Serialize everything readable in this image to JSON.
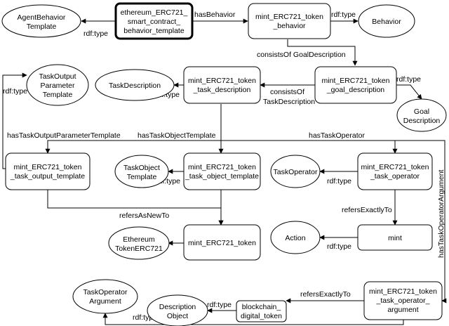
{
  "nodes": {
    "ethereum_template": [
      "ethereum_ERC721_",
      "smart_contract_",
      "behavior_template"
    ],
    "agent_behavior_template": [
      "AgentBehavior",
      "Template"
    ],
    "mint_behavior": [
      "mint_ERC721_token",
      "_behavior"
    ],
    "behavior": [
      "Behavior"
    ],
    "goal_description": [
      "mint_ERC721_token",
      "_goal_description"
    ],
    "goal_description_class": [
      "Goal",
      "Description"
    ],
    "task_description": [
      "mint_ERC721_token",
      "_task_description"
    ],
    "task_description_class": [
      "TaskDescription"
    ],
    "task_output_parameter_template_class": [
      "TaskOutput",
      "Parameter",
      "Template"
    ],
    "task_output_template": [
      "mint_ERC721_token",
      "_task_output_template"
    ],
    "task_object_template": [
      "mint_ERC721_token",
      "_task_object_template"
    ],
    "task_object_template_class": [
      "TaskObject",
      "Template"
    ],
    "task_operator": [
      "mint_ERC721_token",
      "_task_operator"
    ],
    "task_operator_class": [
      "TaskOperator"
    ],
    "mint_ERC721_token": [
      "mint_ERC721_token"
    ],
    "ethereum_token_class": [
      "Ethereum",
      "TokenERC721"
    ],
    "mint": [
      "mint"
    ],
    "action_class": [
      "Action"
    ],
    "task_operator_argument": [
      "mint_ERC721_token",
      "_task_operator_",
      "argument"
    ],
    "blockchain_digital_token": [
      "blockchain_",
      "digital_token"
    ],
    "description_object_class": [
      "Description",
      "Object"
    ],
    "task_operator_argument_class": [
      "TaskOperator",
      "Argument"
    ]
  },
  "edges": {
    "rdf_type": "rdf:type",
    "hasBehavior": "hasBehavior",
    "consistsOf_GoalDescription": "consistsOf GoalDescription",
    "consistsOf_TaskDescription": [
      "consistsOf",
      "TaskDescription"
    ],
    "hasTaskOutputParameterTemplate": "hasTaskOutputParameterTemplate",
    "hasTaskObjectTemplate": "hasTaskObjectTemplate",
    "hasTaskOperator": "hasTaskOperator",
    "hasTaskOperatorArgument": "hasTaskOperatorArgument",
    "refersAsNewTo": "refersAsNewTo",
    "refersExactlyTo": "refersExactlyTo"
  }
}
